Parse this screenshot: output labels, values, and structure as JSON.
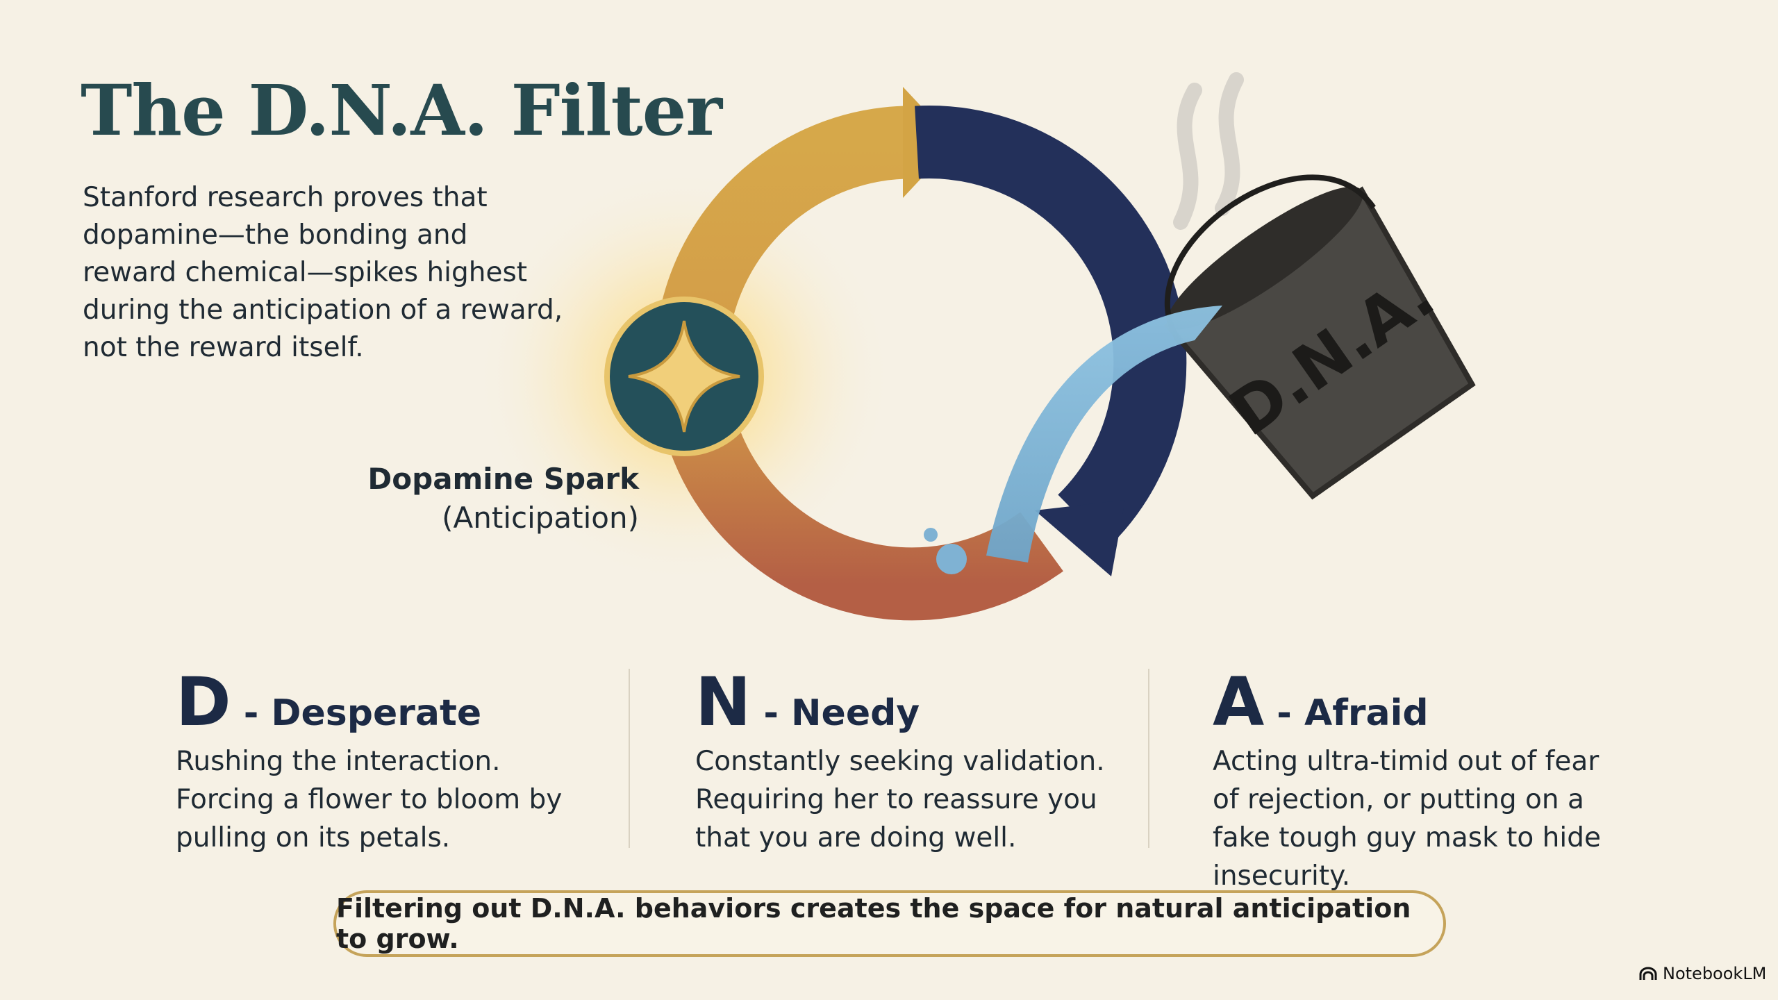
{
  "title": "The D.N.A. Filter",
  "intro": "Stanford research proves that dopamine—the bonding and reward chemical—spikes highest during the anticipation of a reward, not the reward itself.",
  "spark": {
    "label": "Dopamine Spark",
    "sublabel": "(Anticipation)"
  },
  "bucket_label": "D.N.A.",
  "columns": [
    {
      "letter": "D",
      "word": "- Desperate",
      "text": "Rushing the interaction. Forcing a flower to bloom by pulling on its petals."
    },
    {
      "letter": "N",
      "word": "- Needy",
      "text": "Constantly seeking validation. Requiring her to reassure you that you are doing well."
    },
    {
      "letter": "A",
      "word": "- Afraid",
      "text": "Acting ultra-timid out of fear of rejection, or putting on a fake tough guy mask to hide insecurity."
    }
  ],
  "banner": "Filtering out D.N.A. behaviors creates the space for natural anticipation to grow.",
  "brand": "NotebookLM",
  "colors": {
    "title": "#274a4f",
    "gold": "#d3a445",
    "navy": "#23305a",
    "rust": "#b45f45",
    "teal": "#24505a",
    "water": "#7fb2d3",
    "bucket": "#4a4844"
  }
}
